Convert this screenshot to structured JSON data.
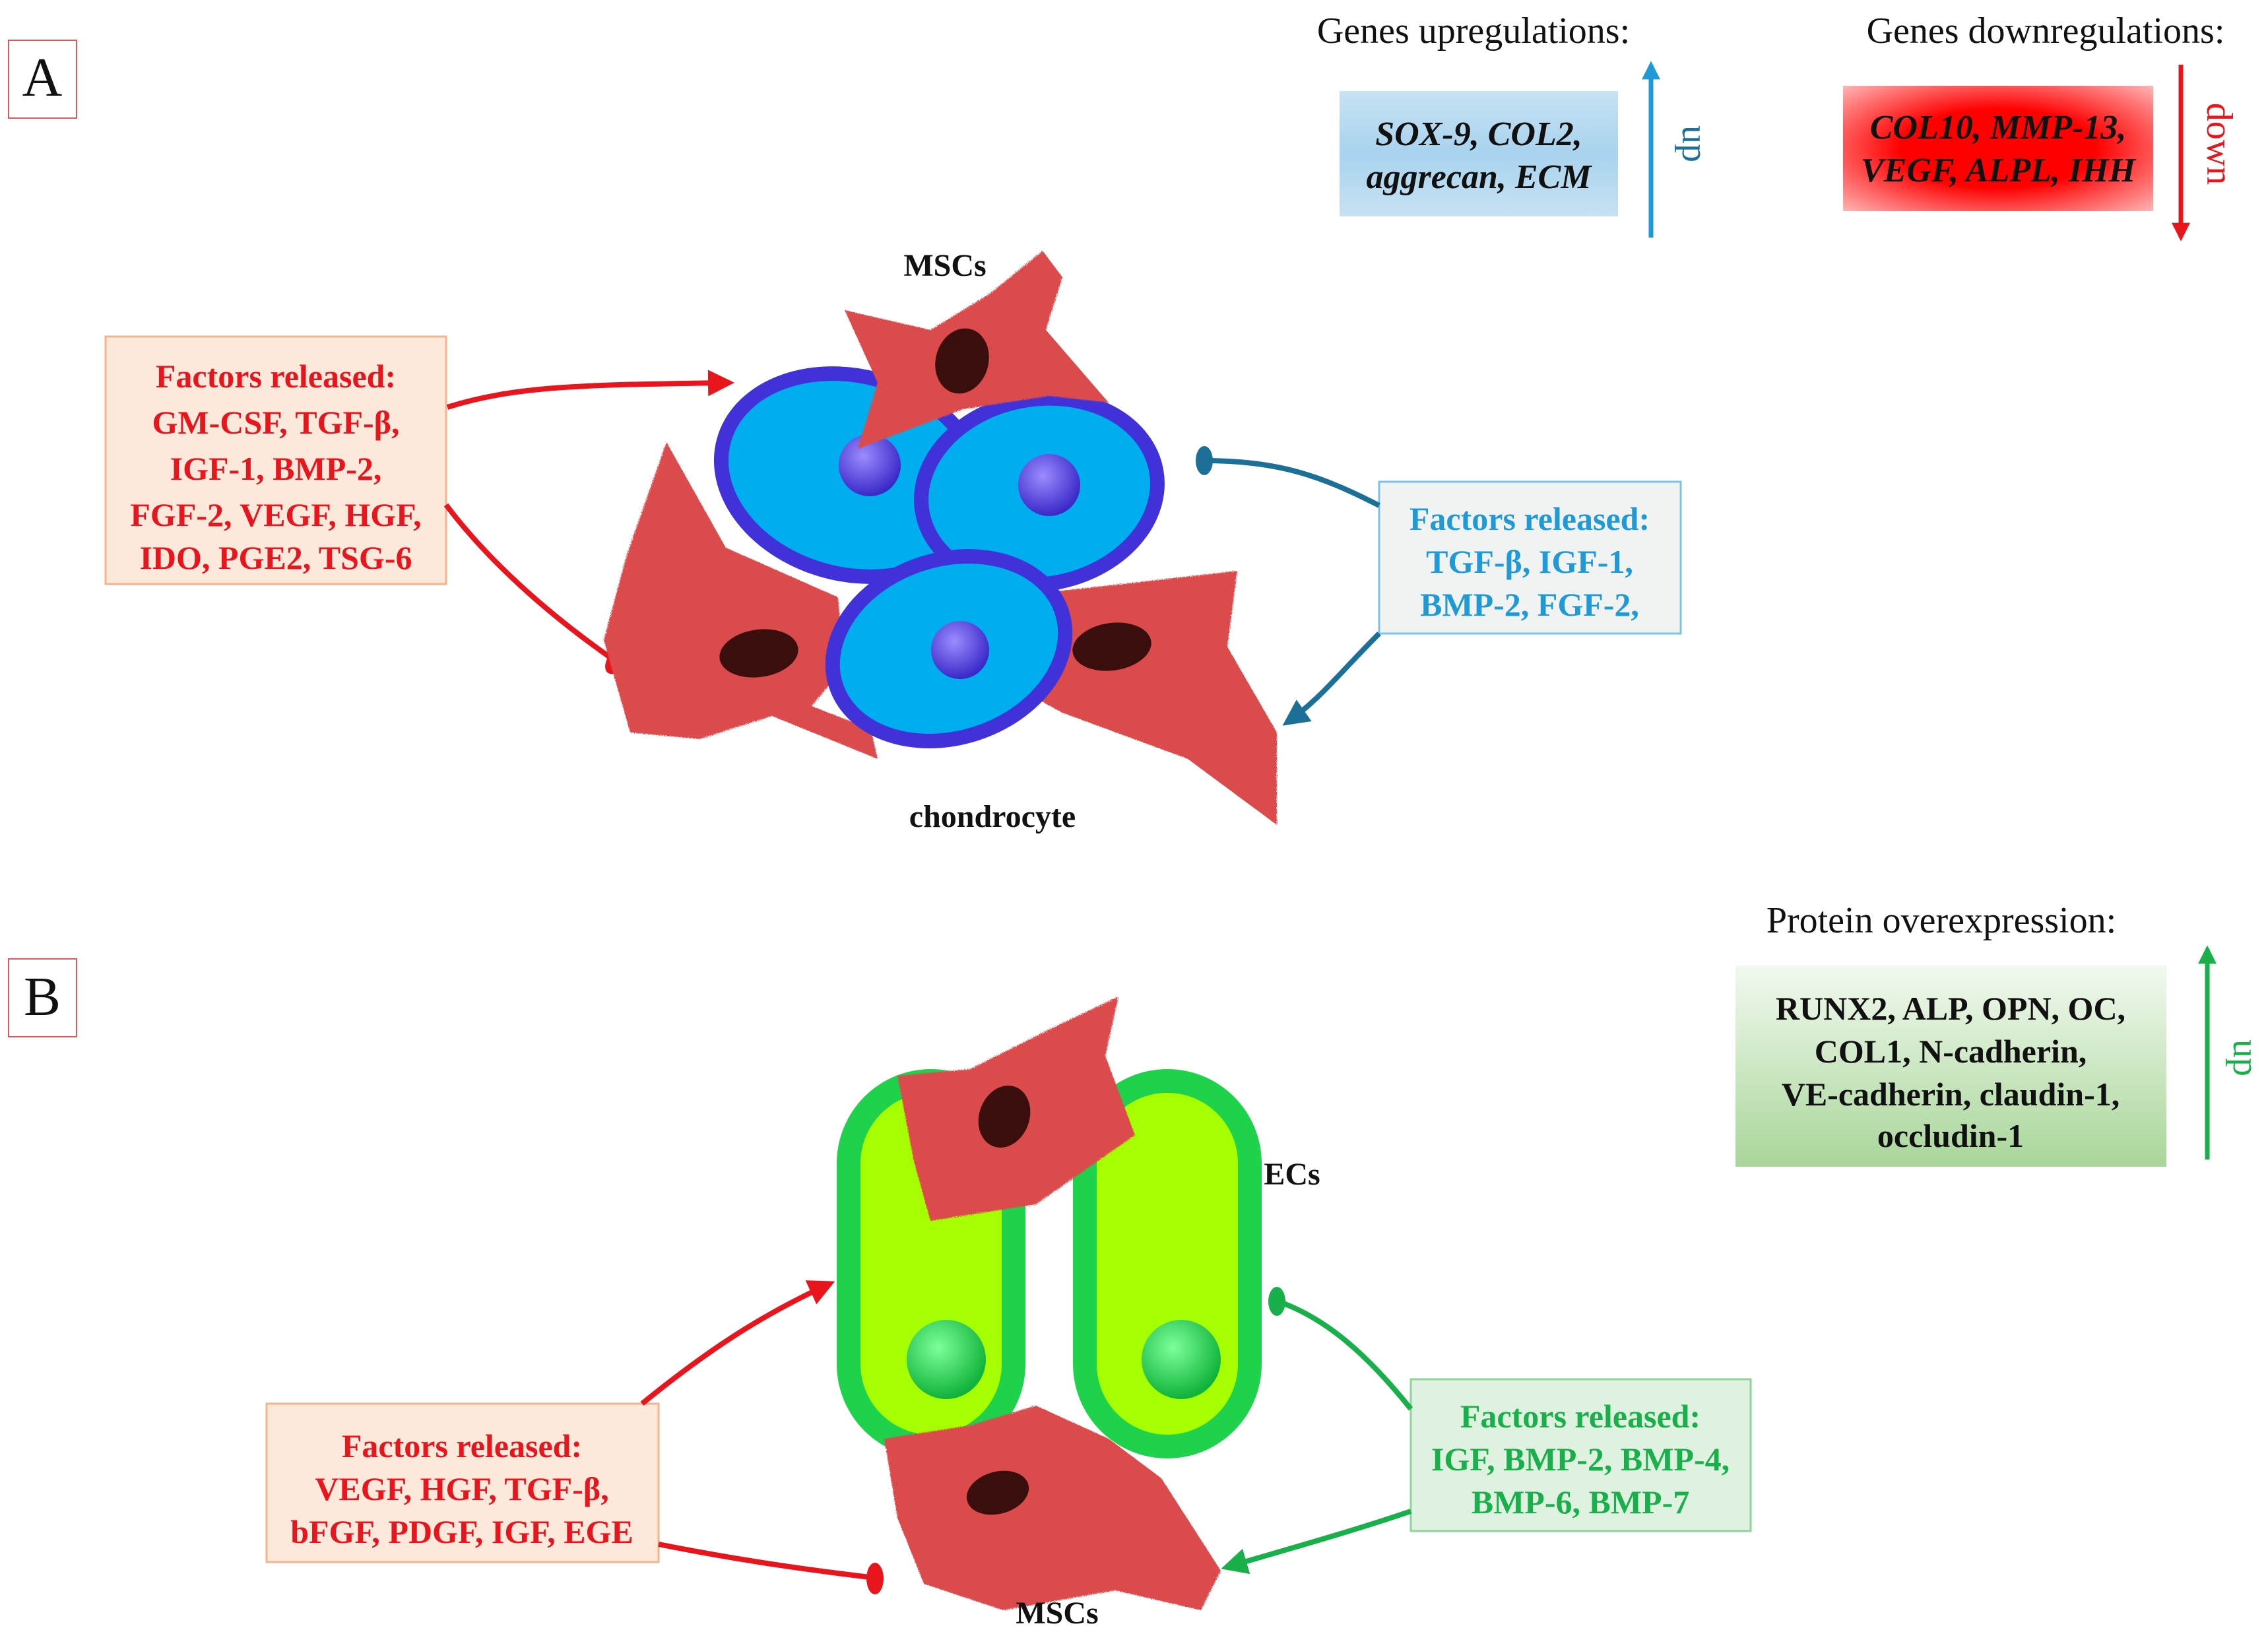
{
  "panel_a": {
    "label": "A",
    "mscs_label": "MSCs",
    "chondrocyte_label": "chondrocyte",
    "msc_factors": {
      "title": "Factors released:",
      "lines": [
        "GM-CSF, TGF-β,",
        "IGF-1, BMP-2,",
        "FGF-2, VEGF, HGF,",
        "IDO, PGE2, TSG-6"
      ],
      "color": "#e8151c",
      "fill": "#fde9dc"
    },
    "chondro_factors": {
      "title": "Factors released:",
      "lines": [
        "TGF-β, IGF-1,",
        "BMP-2, FGF-2,"
      ],
      "color": "#1f9ad6",
      "fill": "#f1f2f2"
    },
    "genes_up": {
      "heading": "Genes upregulations:",
      "lines": [
        "SOX-9, COL2,",
        "aggrecan, ECM"
      ],
      "arrow_label": "up",
      "color": "#1f9ad6"
    },
    "genes_down": {
      "heading": "Genes downregulations:",
      "lines": [
        "COL10, MMP-13,",
        "VEGF, ALPL, IHH"
      ],
      "arrow_label": "down",
      "color": "#e8151c"
    }
  },
  "panel_b": {
    "label": "B",
    "ecs_label": "ECs",
    "mscs_label": "MSCs",
    "msc_factors": {
      "title": "Factors released:",
      "lines": [
        "VEGF, HGF, TGF-β,",
        "bFGF, PDGF, IGF, EGE"
      ],
      "color": "#e8151c",
      "fill": "#fde9dc"
    },
    "ec_factors": {
      "title": "Factors released:",
      "lines": [
        "IGF, BMP-2, BMP-4,",
        "BMP-6, BMP-7"
      ],
      "color": "#19b04b",
      "fill": "#dff1df"
    },
    "protein": {
      "heading": "Protein overexpression:",
      "lines": [
        "RUNX2, ALP, OPN, OC,",
        "COL1, N-cadherin,",
        "VE-cadherin, claudin-1,",
        "occludin-1"
      ],
      "arrow_label": "up",
      "color": "#19b04b"
    }
  },
  "colors": {
    "msc_cell": "#dc4c4c",
    "msc_nucleus": "#3b0e0e",
    "chondro_cell": "#00aeef",
    "chondro_border": "#4032d8",
    "chondro_nucleus": "#5a48e6",
    "ec_outer": "#1ed24c",
    "ec_inner": "#a6ff00",
    "ec_nucleus": "#1ed24c",
    "arrow_teal": "#1c6f97"
  }
}
